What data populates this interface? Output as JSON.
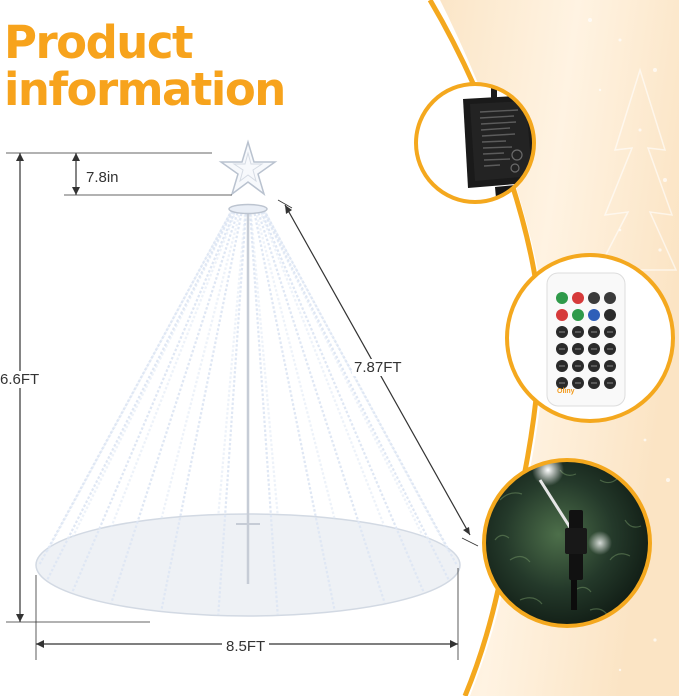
{
  "title": {
    "line1": "Product",
    "line2": "information"
  },
  "dimensions": {
    "topper_height": "7.8in",
    "tree_height": "6.6FT",
    "strand_length": "7.87FT",
    "base_diameter": "8.5FT"
  },
  "remote": {
    "brand": "Oliny"
  },
  "colors": {
    "accent": "#f7a31c",
    "curve": "#f4a81e",
    "light": "#dfe7f4",
    "dimension_line": "#333333"
  }
}
